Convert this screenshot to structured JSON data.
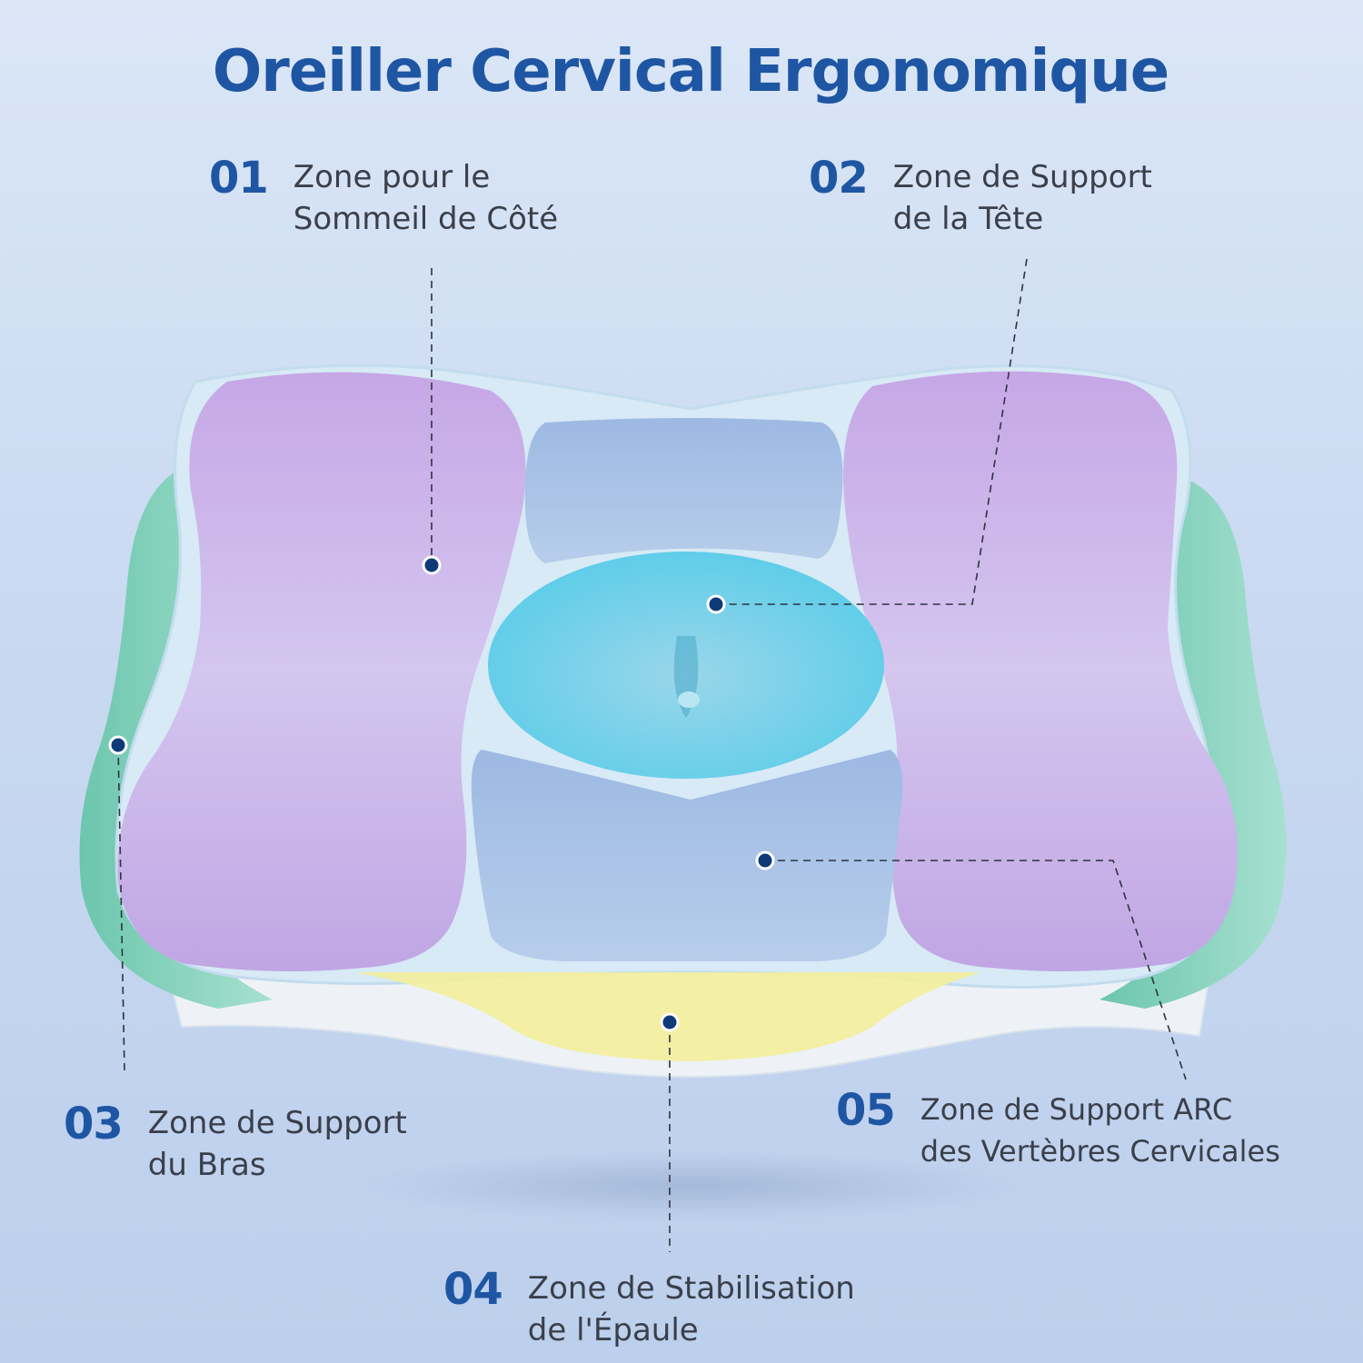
{
  "title": "Oreiller Cervical Ergonomique",
  "zones": [
    {
      "num": "01",
      "lines": [
        "Zone pour le",
        "Sommeil de Côté"
      ]
    },
    {
      "num": "02",
      "lines": [
        "Zone de Support",
        "de la Tête"
      ]
    },
    {
      "num": "03",
      "lines": [
        "Zone de Support",
        "du Bras"
      ]
    },
    {
      "num": "04",
      "lines": [
        "Zone de Stabilisation",
        "de l'Épaule"
      ]
    },
    {
      "num": "05",
      "lines": [
        "Zone de Support ARC",
        "des Vertèbres Cervicales"
      ]
    }
  ],
  "colors": {
    "title": "#1f56a3",
    "side_pad": "#c9b8ea",
    "arm_wing": "#7fcfb8",
    "center_block": "#a9c3e8",
    "head_oval": "#7fd3ec",
    "shoulder_strip": "#f3ee9c",
    "pillow_base": "#cfe6f3"
  }
}
